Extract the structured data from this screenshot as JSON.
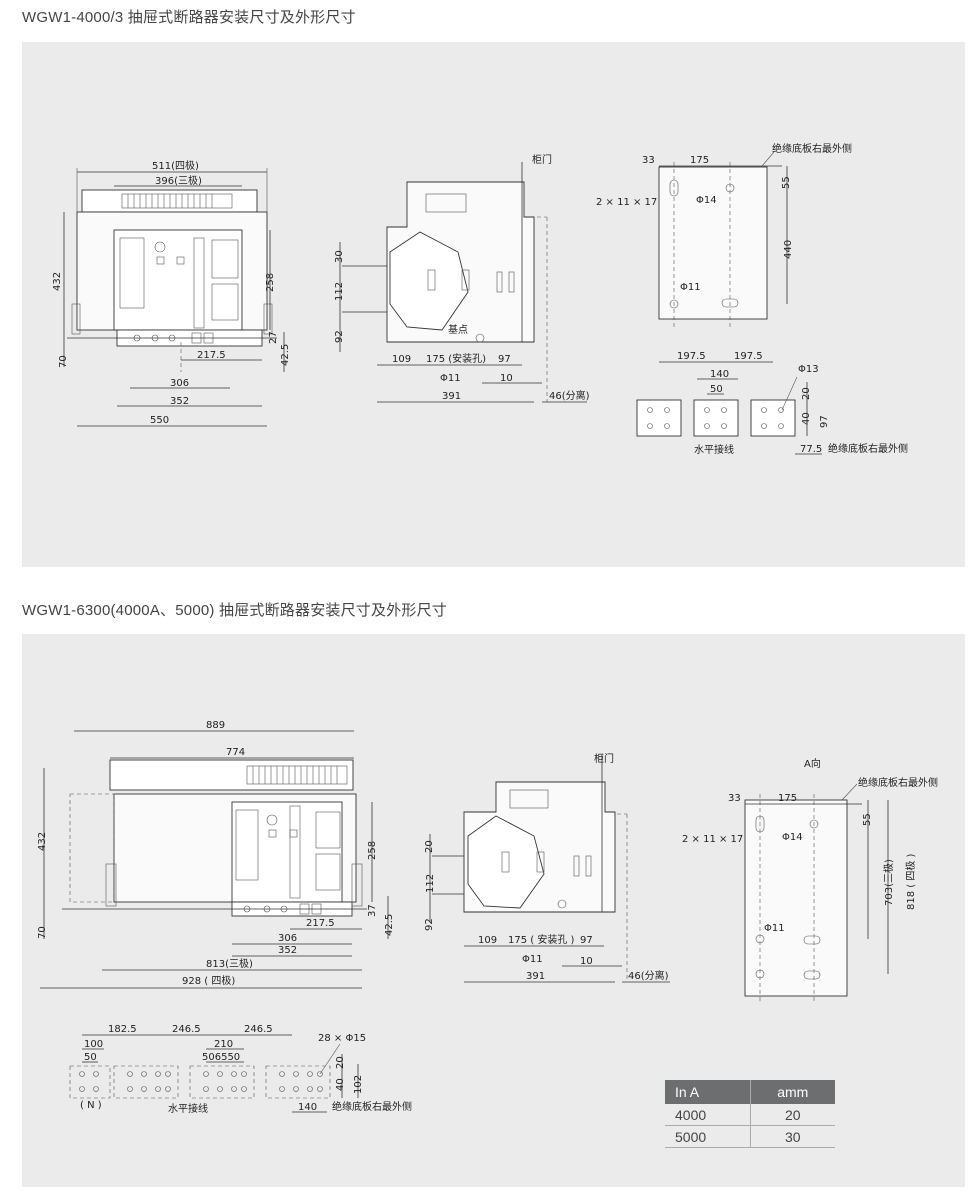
{
  "section1": {
    "title": "WGW1-4000/3 抽屉式断路器安装尺寸及外形尺寸",
    "front": {
      "d511": "511(四极)",
      "d396": "396(三极)",
      "d432": "432",
      "d258": "258",
      "d70": "70",
      "d27": "27",
      "d425": "42.5",
      "d2175": "217.5",
      "d306": "306",
      "d352": "352",
      "d550": "550"
    },
    "side": {
      "door": "柜门",
      "d30": "30",
      "d112": "112",
      "d92": "92",
      "base": "基点",
      "d109": "109",
      "d175": "175 (安装孔)",
      "d97": "97",
      "phi11": "Φ11",
      "d10": "10",
      "d391": "391",
      "d46": "46(分离)"
    },
    "holes": {
      "d33": "33",
      "d175": "175",
      "edge": "绝缘底板右最外侧",
      "d55": "55",
      "slot": "2 × 11 × 17",
      "phi14": "Φ14",
      "d440": "440",
      "phi11": "Φ11"
    },
    "busbar": {
      "d1975a": "197.5",
      "d1975b": "197.5",
      "d140": "140",
      "d50": "50",
      "phi13": "Φ13",
      "d20": "20",
      "d40": "40",
      "d97": "97",
      "label": "水平接线",
      "d775": "77.5",
      "edge": "绝缘底板右最外侧"
    }
  },
  "section2": {
    "title": "WGW1-6300(4000A、5000) 抽屉式断路器安装尺寸及外形尺寸",
    "front": {
      "d889": "889",
      "d774": "774",
      "d432": "432",
      "d258": "258",
      "d70": "70",
      "d37": "37",
      "d425": "42.5",
      "d2175": "217.5",
      "d306": "306",
      "d352": "352",
      "d813": "813(三极)",
      "d928": "928 ( 四极)"
    },
    "side": {
      "door": "柜门",
      "d20": "20",
      "d112": "112",
      "d92": "92",
      "d109": "109",
      "d175": "175 ( 安装孔 )",
      "d97": "97",
      "phi11": "Φ11",
      "d10": "10",
      "d391": "391",
      "d46": "46(分离)"
    },
    "holes": {
      "view": "A向",
      "edge": "绝缘底板右最外侧",
      "d33": "33",
      "d175": "175",
      "d55": "55",
      "slot": "2 × 11 × 17",
      "phi14": "Φ14",
      "d703": "703(三极)",
      "d818": "818 ( 四极 )",
      "phi11": "Φ11"
    },
    "busbar": {
      "d1825": "182.5",
      "d2465a": "246.5",
      "d2465b": "246.5",
      "d100": "100",
      "d210": "210",
      "phi15": "28 × Φ15",
      "d50": "50",
      "d506550": "506550",
      "d20": "20",
      "d40": "40",
      "d102": "102",
      "n": "( N )",
      "label": "水平接线",
      "d140": "140",
      "edge": "绝缘底板右最外侧"
    },
    "table": {
      "headers": [
        "In A",
        "amm"
      ],
      "rows": [
        [
          "4000",
          "20"
        ],
        [
          "5000",
          "30"
        ]
      ]
    }
  }
}
